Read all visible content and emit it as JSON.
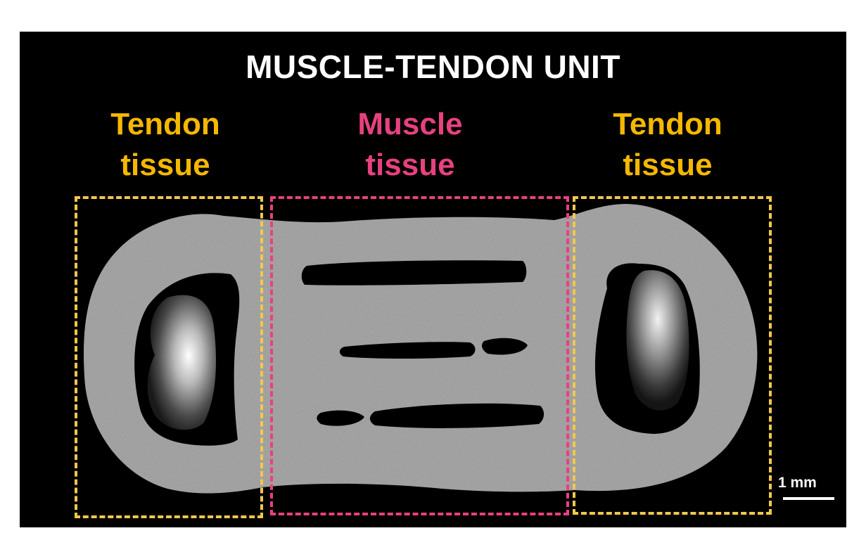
{
  "title": "MUSCLE-TENDON UNIT",
  "regions": {
    "left": {
      "line1": "Tendon",
      "line2": "tissue",
      "color": "#F5B800"
    },
    "middle": {
      "line1": "Muscle",
      "line2": "tissue",
      "color": "#E8417F"
    },
    "right": {
      "line1": "Tendon",
      "line2": "tissue",
      "color": "#F5B800"
    }
  },
  "box_colors": {
    "tendon": "#F2C84B",
    "muscle": "#E8417F"
  },
  "scale_bar": {
    "label": "1 mm"
  }
}
